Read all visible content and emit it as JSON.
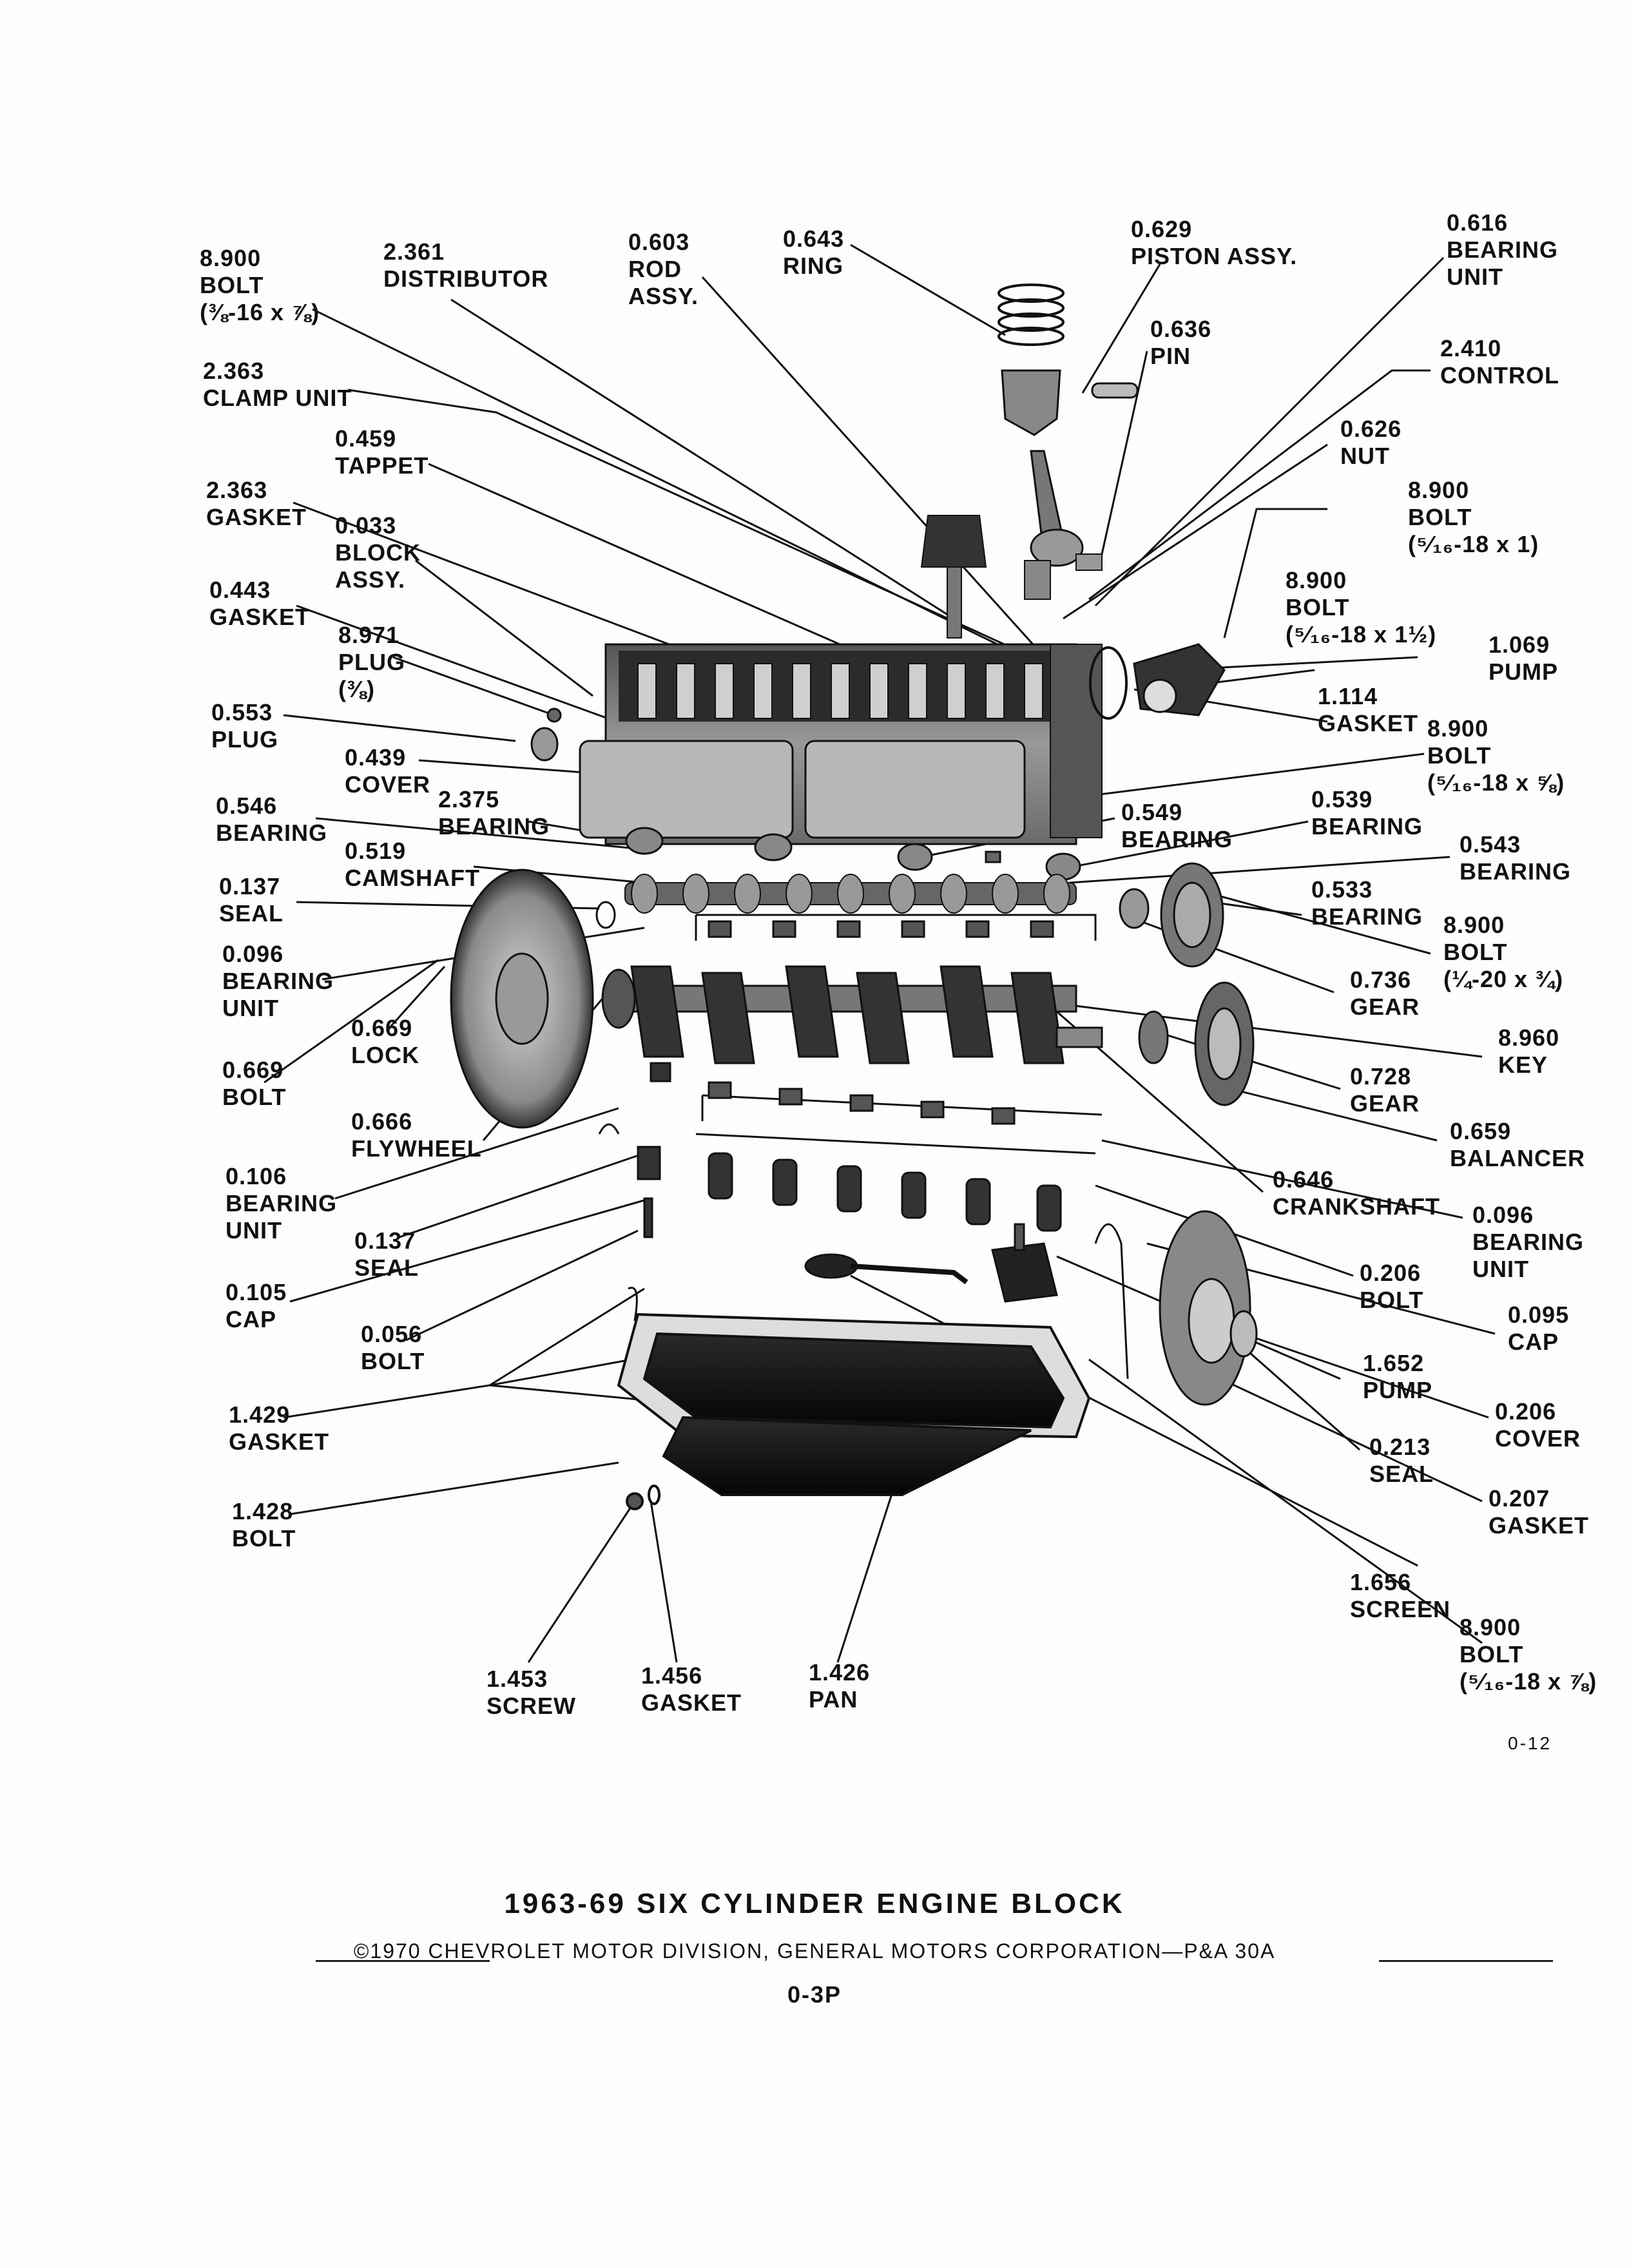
{
  "callouts": [
    {
      "id": "c1",
      "lines": [
        "8.900",
        "BOLT",
        "(⅜-16 x ⅞)"
      ]
    },
    {
      "id": "c2",
      "lines": [
        "2.361",
        "DISTRIBUTOR"
      ]
    },
    {
      "id": "c3",
      "lines": [
        "0.603",
        "ROD",
        "ASSY."
      ]
    },
    {
      "id": "c4",
      "lines": [
        "0.643",
        "RING"
      ]
    },
    {
      "id": "c5",
      "lines": [
        "0.629",
        "PISTON ASSY."
      ]
    },
    {
      "id": "c6",
      "lines": [
        "0.616",
        "BEARING",
        "UNIT"
      ]
    },
    {
      "id": "c7",
      "lines": [
        "0.636",
        "PIN"
      ]
    },
    {
      "id": "c8",
      "lines": [
        "2.363",
        "CLAMP UNIT"
      ]
    },
    {
      "id": "c9",
      "lines": [
        "2.410",
        "CONTROL"
      ]
    },
    {
      "id": "c10",
      "lines": [
        "0.459",
        "TAPPET"
      ]
    },
    {
      "id": "c11",
      "lines": [
        "0.626",
        "NUT"
      ]
    },
    {
      "id": "c12",
      "lines": [
        "2.363",
        "GASKET"
      ]
    },
    {
      "id": "c13",
      "lines": [
        "0.033",
        "BLOCK",
        "ASSY."
      ]
    },
    {
      "id": "c14",
      "lines": [
        "8.900",
        "BOLT",
        "(⁵⁄₁₆-18 x 1)"
      ]
    },
    {
      "id": "c15",
      "lines": [
        "0.443",
        "GASKET"
      ]
    },
    {
      "id": "c16",
      "lines": [
        "8.900",
        "BOLT",
        "(⁵⁄₁₆-18 x 1½)"
      ]
    },
    {
      "id": "c17",
      "lines": [
        "8.971",
        "PLUG",
        "(⅜)"
      ]
    },
    {
      "id": "c18",
      "lines": [
        "1.069",
        "PUMP"
      ]
    },
    {
      "id": "c19",
      "lines": [
        "0.553",
        "PLUG"
      ]
    },
    {
      "id": "c20",
      "lines": [
        "1.114",
        "GASKET"
      ]
    },
    {
      "id": "c21",
      "lines": [
        "0.439",
        "COVER"
      ]
    },
    {
      "id": "c22",
      "lines": [
        "8.900",
        "BOLT",
        "(⁵⁄₁₆-18 x ⅝)"
      ]
    },
    {
      "id": "c23",
      "lines": [
        "0.546",
        "BEARING"
      ]
    },
    {
      "id": "c24",
      "lines": [
        "2.375",
        "BEARING"
      ]
    },
    {
      "id": "c25",
      "lines": [
        "0.549",
        "BEARING"
      ]
    },
    {
      "id": "c26",
      "lines": [
        "0.539",
        "BEARING"
      ]
    },
    {
      "id": "c27",
      "lines": [
        "0.519",
        "CAMSHAFT"
      ]
    },
    {
      "id": "c28",
      "lines": [
        "0.543",
        "BEARING"
      ]
    },
    {
      "id": "c29",
      "lines": [
        "0.137",
        "SEAL"
      ]
    },
    {
      "id": "c30",
      "lines": [
        "0.533",
        "BEARING"
      ]
    },
    {
      "id": "c31",
      "lines": [
        "8.900",
        "BOLT",
        "(¼-20 x ¾)"
      ]
    },
    {
      "id": "c32",
      "lines": [
        "0.096",
        "BEARING",
        "UNIT"
      ]
    },
    {
      "id": "c33",
      "lines": [
        "0.736",
        "GEAR"
      ]
    },
    {
      "id": "c34",
      "lines": [
        "0.669",
        "LOCK"
      ]
    },
    {
      "id": "c35",
      "lines": [
        "8.960",
        "KEY"
      ]
    },
    {
      "id": "c36",
      "lines": [
        "0.669",
        "BOLT"
      ]
    },
    {
      "id": "c37",
      "lines": [
        "0.728",
        "GEAR"
      ]
    },
    {
      "id": "c38",
      "lines": [
        "0.666",
        "FLYWHEEL"
      ]
    },
    {
      "id": "c39",
      "lines": [
        "0.659",
        "BALANCER"
      ]
    },
    {
      "id": "c40",
      "lines": [
        "0.106",
        "BEARING",
        "UNIT"
      ]
    },
    {
      "id": "c41",
      "lines": [
        "0.646",
        "CRANKSHAFT"
      ]
    },
    {
      "id": "c42",
      "lines": [
        "0.137",
        "SEAL"
      ]
    },
    {
      "id": "c43",
      "lines": [
        "0.096",
        "BEARING",
        "UNIT"
      ]
    },
    {
      "id": "c44",
      "lines": [
        "0.105",
        "CAP"
      ]
    },
    {
      "id": "c45",
      "lines": [
        "0.206",
        "BOLT"
      ]
    },
    {
      "id": "c46",
      "lines": [
        "0.056",
        "BOLT"
      ]
    },
    {
      "id": "c47",
      "lines": [
        "0.095",
        "CAP"
      ]
    },
    {
      "id": "c48",
      "lines": [
        "1.652",
        "PUMP"
      ]
    },
    {
      "id": "c49",
      "lines": [
        "1.429",
        "GASKET"
      ]
    },
    {
      "id": "c50",
      "lines": [
        "0.206",
        "COVER"
      ]
    },
    {
      "id": "c51",
      "lines": [
        "0.213",
        "SEAL"
      ]
    },
    {
      "id": "c52",
      "lines": [
        "1.428",
        "BOLT"
      ]
    },
    {
      "id": "c53",
      "lines": [
        "0.207",
        "GASKET"
      ]
    },
    {
      "id": "c54",
      "lines": [
        "1.656",
        "SCREEN"
      ]
    },
    {
      "id": "c55",
      "lines": [
        "8.900",
        "BOLT",
        "(⁵⁄₁₆-18 x ⅞)"
      ]
    },
    {
      "id": "c56",
      "lines": [
        "1.453",
        "SCREW"
      ]
    },
    {
      "id": "c57",
      "lines": [
        "1.456",
        "GASKET"
      ]
    },
    {
      "id": "c58",
      "lines": [
        "1.426",
        "PAN"
      ]
    }
  ],
  "figure_code": "0-12",
  "title": "1963-69 SIX CYLINDER ENGINE BLOCK",
  "copyright": "©1970 CHEVROLET MOTOR DIVISION, GENERAL MOTORS CORPORATION—P&A 30A",
  "page_number": "0-3P"
}
